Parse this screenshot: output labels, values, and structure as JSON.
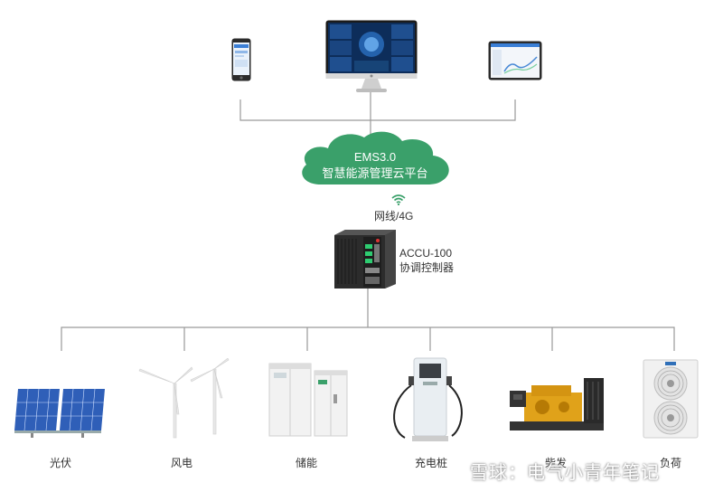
{
  "cloud": {
    "line1": "EMS3.0",
    "line2": "智慧能源管理云平台"
  },
  "network": {
    "label": "网线/4G"
  },
  "controller": {
    "line1": "ACCU-100",
    "line2": "协调控制器"
  },
  "devices": [
    {
      "label": "光伏",
      "icon": "solar-panel-icon"
    },
    {
      "label": "风电",
      "icon": "wind-turbine-icon"
    },
    {
      "label": "储能",
      "icon": "energy-storage-icon"
    },
    {
      "label": "充电桩",
      "icon": "charging-pile-icon"
    },
    {
      "label": "柴发",
      "icon": "diesel-generator-icon"
    },
    {
      "label": "负荷",
      "icon": "load-ac-unit-icon"
    }
  ],
  "terminals": [
    "smartphone-icon",
    "monitor-icon",
    "tablet-icon"
  ],
  "watermark": "雪球：电气小青年笔记",
  "colors": {
    "cloud": "#3aa06a",
    "lines": "#9a9a9a"
  }
}
